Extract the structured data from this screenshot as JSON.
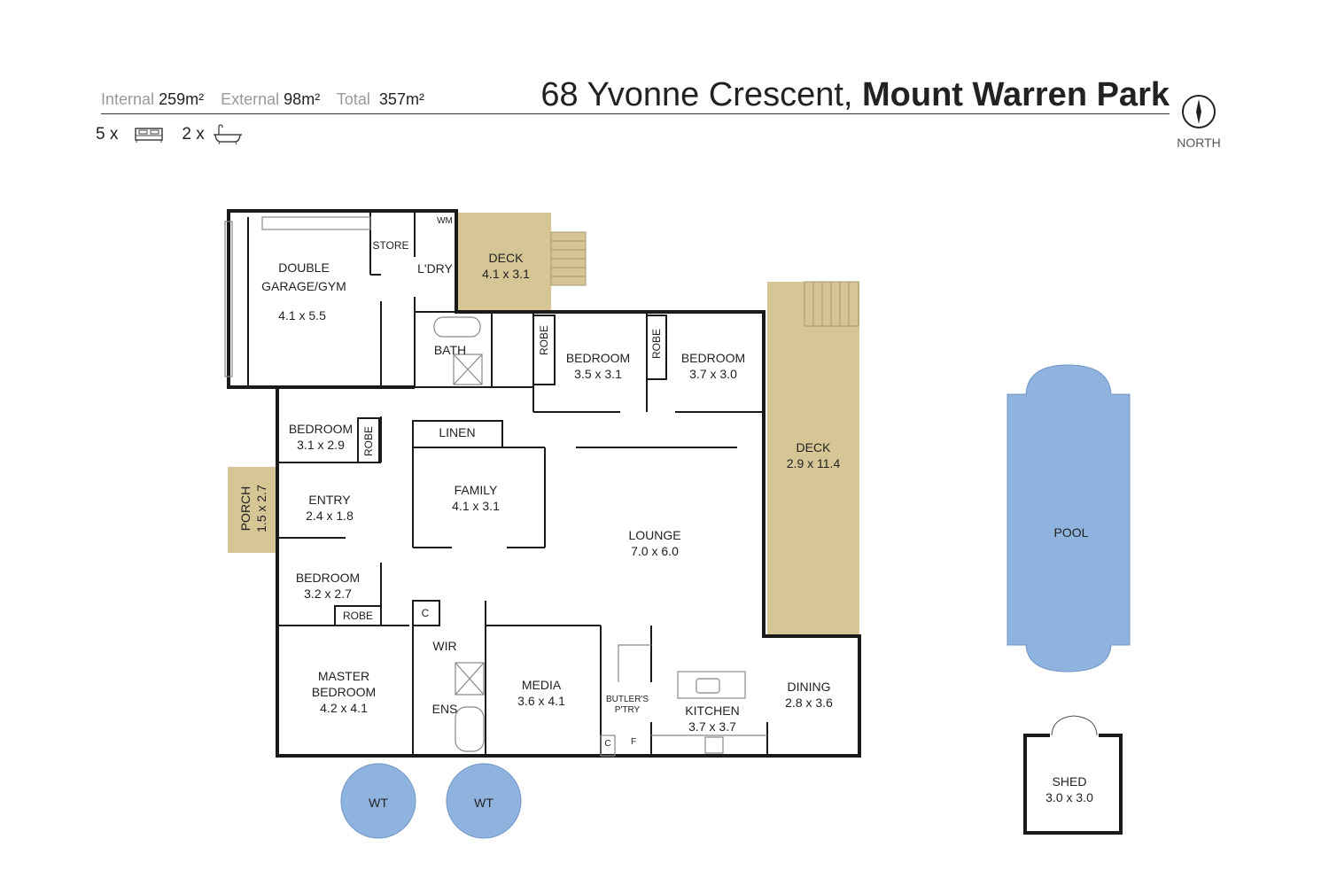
{
  "header": {
    "internal_label": "Internal",
    "internal_value": "259m²",
    "external_label": "External",
    "external_value": "98m²",
    "total_label": "Total",
    "total_value": "357m²",
    "address_street": "68 Yvonne Crescent,",
    "address_suburb": "Mount Warren Park",
    "bedrooms_count": "5 x",
    "bathrooms_count": "2 x",
    "compass_label": "NORTH"
  },
  "colors": {
    "deck": "#d6c595",
    "pool": "#8fb3df",
    "wall": "#1a1a1a"
  },
  "rooms": {
    "garage_name": "DOUBLE\nGARAGE/GYM",
    "garage_size": "4.1 x 5.5",
    "store": "STORE",
    "wm": "WM",
    "laundry": "L'DRY",
    "deck1_name": "DECK",
    "deck1_size": "4.1 x 3.1",
    "bath": "BATH",
    "robe1": "ROBE",
    "robe2": "ROBE",
    "robe3": "ROBE",
    "robe4": "ROBE",
    "bed2_name": "BEDROOM",
    "bed2_size": "3.5 x 3.1",
    "bed3_name": "BEDROOM",
    "bed3_size": "3.7 x 3.0",
    "deck2_name": "DECK",
    "deck2_size": "2.9 x 11.4",
    "bed4_name": "BEDROOM",
    "bed4_size": "3.1 x 2.9",
    "linen": "LINEN",
    "porch_name": "PORCH",
    "porch_size": "1.5 x 2.7",
    "entry_name": "ENTRY",
    "entry_size": "2.4 x 1.8",
    "family_name": "FAMILY",
    "family_size": "4.1 x 3.1",
    "lounge_name": "LOUNGE",
    "lounge_size": "7.0 x 6.0",
    "bed5_name": "BEDROOM",
    "bed5_size": "3.2 x 2.7",
    "c1": "C",
    "wir": "WIR",
    "master_name": "MASTER\nBEDROOM",
    "master_size": "4.2 x 4.1",
    "ens": "ENS",
    "media_name": "MEDIA",
    "media_size": "3.6 x 4.1",
    "butlers": "BUTLER'S\nP'TRY",
    "c2": "C",
    "f": "F",
    "kitchen_name": "KITCHEN",
    "kitchen_size": "3.7 x 3.7",
    "dining_name": "DINING",
    "dining_size": "2.8 x 3.6",
    "pool": "POOL",
    "wt1": "WT",
    "wt2": "WT",
    "shed_name": "SHED",
    "shed_size": "3.0 x 3.0"
  }
}
